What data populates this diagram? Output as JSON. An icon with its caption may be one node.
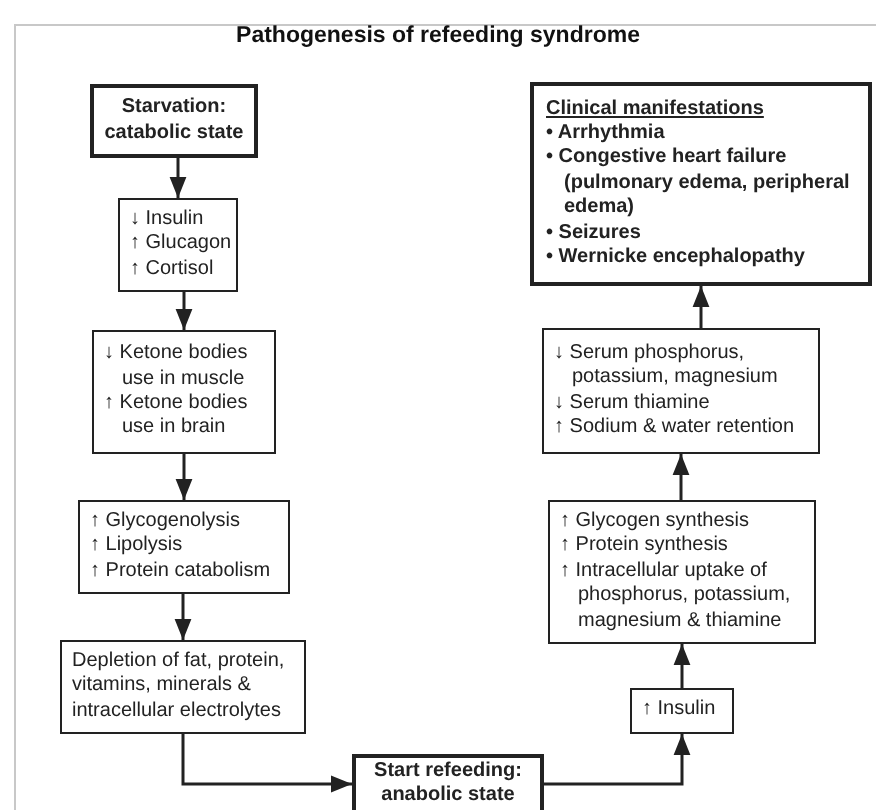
{
  "diagram": {
    "title": "Pathogenesis of refeeding syndrome",
    "nodes": [
      {
        "text": [
          "Starvation: catabolic state"
        ]
      },
      {
        "text": [
          "↓ Insulin",
          "↑ Glucagon",
          "↑ Cortisol"
        ]
      },
      {
        "text": [
          "↓ Ketone bodies use in muscle",
          "↑ Ketone bodies use in brain"
        ]
      },
      {
        "text": [
          "↑ Glycogenolysis",
          "↑ Lipolysis",
          "↑ Protein catabolism"
        ]
      },
      {
        "text": [
          "Depletion of fat, protein, vitamins, minerals & intracellular electrolytes"
        ]
      },
      {
        "text": [
          "Start refeeding: anabolic state"
        ]
      },
      {
        "text": [
          "↑ Insulin"
        ]
      },
      {
        "text": [
          "↑ Glycogen synthesis",
          "↑ Protein synthesis",
          "↑ Intracellular uptake of phosphorus, potassium, magnesium & thiamine"
        ]
      },
      {
        "text": [
          "↓ Serum phosphorus, potassium, magnesium",
          "↓ Serum thiamine",
          "↑ Sodium & water retention"
        ]
      },
      {
        "text": [
          "Clinical manifestations",
          "• Arrhythmia",
          "• Congestive heart failure (pulmonary edema, peripheral edema)",
          "• Seizures",
          "• Wernicke encephalopathy"
        ]
      }
    ],
    "edges": [
      {
        "from": 0,
        "to": 1,
        "arrow": "to"
      },
      {
        "from": 1,
        "to": 2,
        "arrow": "to"
      },
      {
        "from": 2,
        "to": 3,
        "arrow": "to"
      },
      {
        "from": 3,
        "to": 4,
        "arrow": "to"
      },
      {
        "from": 4,
        "to": 5,
        "arrow": "to"
      },
      {
        "from": 5,
        "to": 6,
        "arrow": "to"
      },
      {
        "from": 6,
        "to": 7,
        "arrow": "to"
      },
      {
        "from": 7,
        "to": 8,
        "arrow": "to"
      },
      {
        "from": 8,
        "to": 9,
        "arrow": "to"
      }
    ]
  }
}
